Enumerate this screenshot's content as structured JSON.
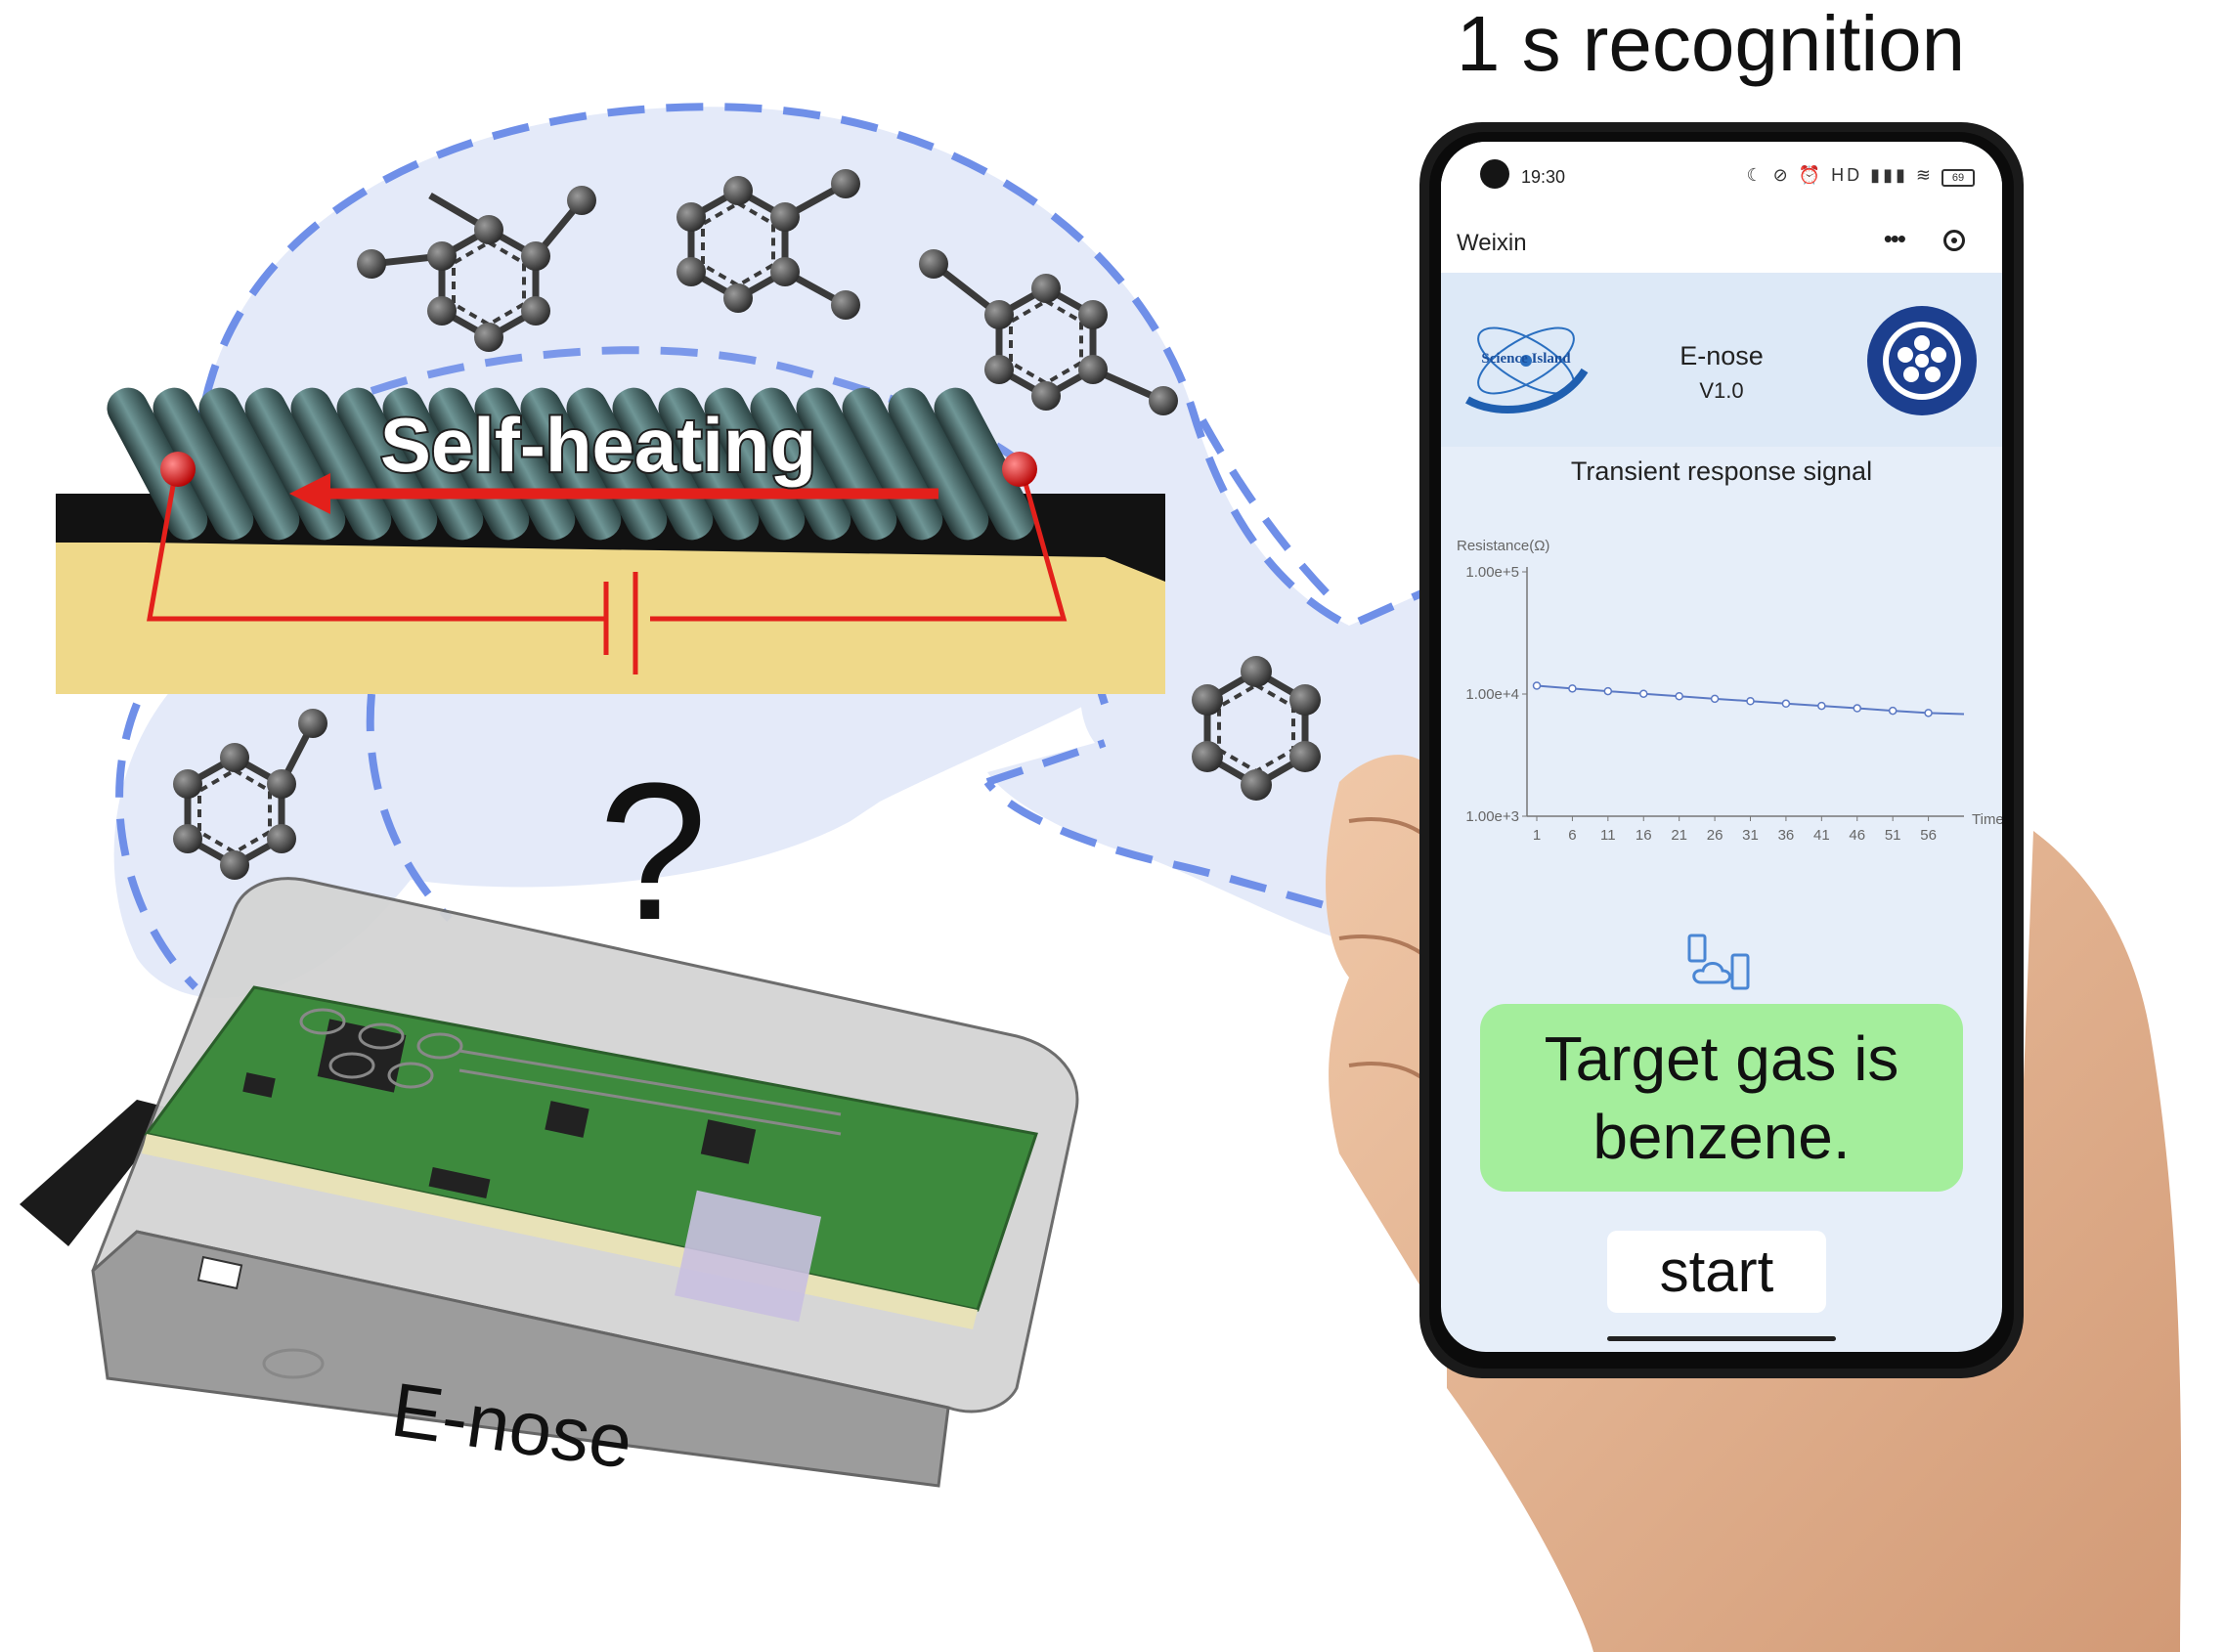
{
  "header": {
    "title": "1 s recognition"
  },
  "sensor": {
    "label": "Self-heating"
  },
  "question": {
    "mark": "?"
  },
  "device": {
    "label": "E-nose"
  },
  "phone": {
    "status_time": "19:30",
    "status_icons": "☾ ⊘ ⏰ HD ▮▮▮ ≋",
    "battery": "69",
    "wechat_title": "Weixin",
    "wechat_more": "•••",
    "logo_left_text": "Science Island",
    "app_name": "E-nose",
    "app_version": "V1.0",
    "signal_title": "Transient response signal",
    "result_line1": "Target gas is",
    "result_line2": "benzene.",
    "start_label": "start"
  },
  "chart_data": {
    "type": "line",
    "title": "Transient response signal",
    "ylabel": "Resistance(Ω)",
    "xlabel": "Time(ms",
    "yscale": "log",
    "ylim": [
      1000,
      100000
    ],
    "yticks": [
      "1.00e+5",
      "1.00e+4",
      "1.00e+3"
    ],
    "ytick_values": [
      100000,
      10000,
      1000
    ],
    "xticks": [
      "1",
      "6",
      "11",
      "16",
      "21",
      "26",
      "31",
      "36",
      "41",
      "46",
      "51",
      "56"
    ],
    "xlim": [
      1,
      61
    ],
    "series": [
      {
        "x": [
          1,
          6,
          11,
          16,
          21,
          26,
          31,
          36,
          41,
          46,
          51,
          56,
          61
        ],
        "values": [
          11700,
          11100,
          10550,
          10050,
          9600,
          9150,
          8750,
          8350,
          8000,
          7650,
          7300,
          7000,
          6850
        ]
      }
    ],
    "grid": false,
    "colors": {
      "line": "#5b79c4",
      "axis": "#777777"
    }
  },
  "colors": {
    "bubble": "#dfe6f8",
    "bubble_dash": "#6f8fe8",
    "circuit_red": "#e3201b",
    "result_green": "#a4ee9c"
  }
}
